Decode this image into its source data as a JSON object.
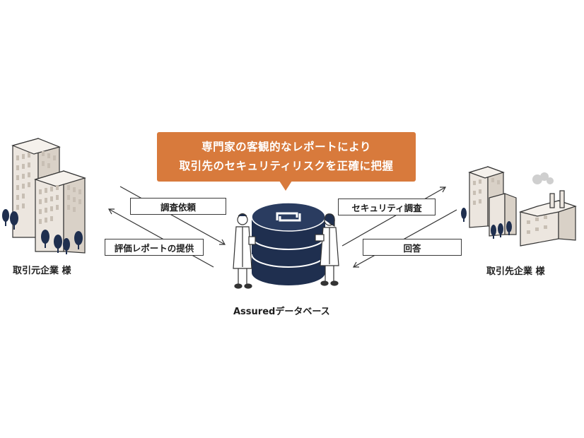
{
  "callout": {
    "line1": "専門家の客観的なレポートにより",
    "line2": "取引先のセキュリティリスクを正確に把握"
  },
  "left_entity": {
    "caption": "取引元企業 様"
  },
  "right_entity": {
    "caption": "取引先企業 様"
  },
  "center": {
    "caption": "Assuredデータベース"
  },
  "flows": {
    "request": "調査依頼",
    "report": "評価レポートの提供",
    "security_check": "セキュリティ調査",
    "answer": "回答"
  },
  "colors": {
    "accent": "#d87a3c",
    "database": "#1f2f4f",
    "building": "#ece6df",
    "outline": "#333333",
    "tree": "#1f2f4f"
  },
  "icons": {
    "left": "office-buildings-icon",
    "right": "factory-buildings-icon",
    "center": "database-icon",
    "people": "researcher-icon"
  }
}
